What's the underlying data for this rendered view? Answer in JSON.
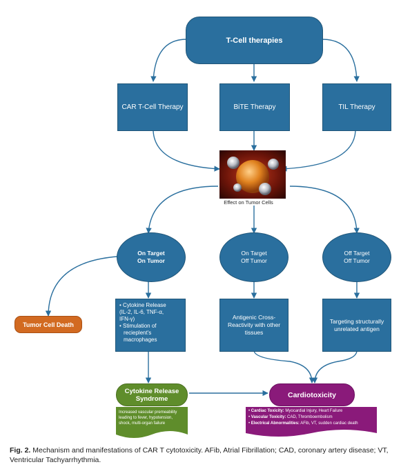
{
  "nodes": {
    "tcell": "T-Cell therapies",
    "car": "CAR T-Cell Therapy",
    "bite": "BiTE Therapy",
    "til": "TIL Therapy",
    "effect": "Effect on Tumor Cells",
    "on_target_on_tumor": [
      "On Target",
      "On Tumor"
    ],
    "on_target_off_tumor": [
      "On Target",
      "Off Tumor"
    ],
    "off_target_off_tumor": [
      "Off Target",
      "Off Tumor"
    ],
    "tumor_death": "Tumor Cell Death",
    "cytokine_box": [
      "Cytokine Release",
      "(IL-2, IL-6, TNF-α,",
      "IFN-γ)",
      "Stimulation of",
      "recieplent's",
      "macrophages"
    ],
    "antigenic_box": "Antigenic Cross-Reactivity with other tissues",
    "targeting_box": "Targeting structurally unrelated antigen",
    "crs_title": [
      "Cytokine Release",
      "Syndrome"
    ],
    "crs_note": [
      "Increased vascular premeability",
      "leading to fever, hypotension,",
      "shock, multi-organ failure"
    ],
    "cardio_title": "Cardiotoxicity",
    "cardio_items": [
      {
        "label": "Cardiac Toxicity:",
        "text": " Myocardial Injury, Heart Failure"
      },
      {
        "label": "Vascular Toxicity:",
        "text": " CAD, Thromboembolism"
      },
      {
        "label": "Electrical Abnormalities:",
        "text": " AFib, VT, sudden cardiac death"
      }
    ]
  },
  "caption": {
    "label": "Fig. 2.",
    "text": " Mechanism and manifestations of CAR T cytotoxicity. AFib, Atrial Fibrillation; CAD, coronary artery disease; VT, Ventricular Tachyarrhythmia."
  },
  "colors": {
    "blue": "#2a6f9e",
    "orange": "#d26a21",
    "green": "#5f8d2b",
    "purple": "#8a1a7a"
  }
}
